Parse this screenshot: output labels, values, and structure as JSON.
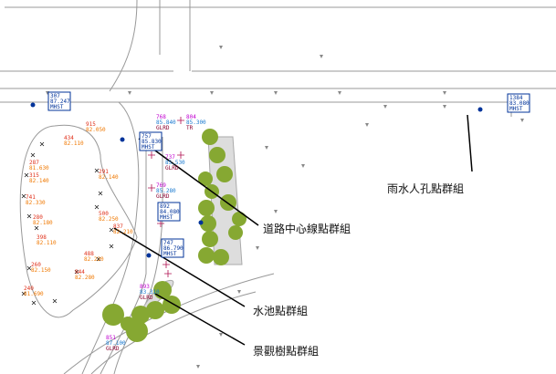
{
  "callouts": {
    "manhole": "雨水人孔點群組",
    "road_centerline": "道路中心線點群組",
    "pond": "水池點群組",
    "landscape_tree": "景觀樹點群組"
  },
  "boxes": [
    {
      "id": "307",
      "elev": "87.247",
      "code": "MHST"
    },
    {
      "id": "1384",
      "elev": "83.080",
      "code": "MHST"
    },
    {
      "id": "757",
      "elev": "85.830",
      "code": "MHST"
    },
    {
      "id": "892",
      "elev": "84.080",
      "code": "MHST"
    },
    {
      "id": "747",
      "elev": "86.790",
      "code": "MHST"
    }
  ],
  "orange_points": [
    {
      "id": "434",
      "elev": "82.110"
    },
    {
      "id": "915",
      "elev": "82.050"
    },
    {
      "id": "287",
      "elev": "81.630"
    },
    {
      "id": "315",
      "elev": "82.140"
    },
    {
      "id": "741",
      "elev": "82.330"
    },
    {
      "id": "280",
      "elev": "82.180"
    },
    {
      "id": "398",
      "elev": "82.110"
    },
    {
      "id": "260",
      "elev": "82.150"
    },
    {
      "id": "944",
      "elev": "82.280"
    },
    {
      "id": "240",
      "elev": "81.690"
    },
    {
      "id": "488",
      "elev": "82.220"
    },
    {
      "id": "500",
      "elev": "82.250"
    },
    {
      "id": "837",
      "elev": "82.210"
    },
    {
      "id": "291",
      "elev": "82.140"
    }
  ],
  "tree_points": [
    {
      "id": "768",
      "elev": "85.840",
      "code": "GLRD"
    },
    {
      "id": "804",
      "elev": "85.300",
      "code": "TR"
    },
    {
      "id": "737",
      "elev": "85.530",
      "code": "GLRD"
    },
    {
      "id": "769",
      "elev": "85.280",
      "code": "GLRD"
    },
    {
      "id": "893",
      "elev": "83.310",
      "code": "GLRD"
    },
    {
      "id": "851",
      "elev": "87.100",
      "code": "GLRD"
    }
  ]
}
